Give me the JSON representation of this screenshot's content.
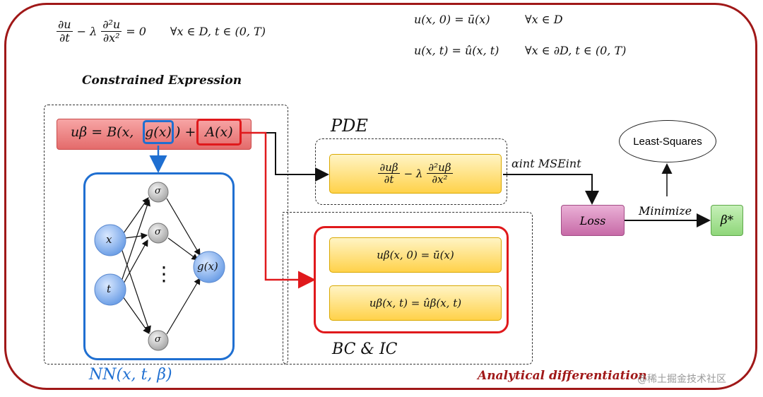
{
  "top_equations": {
    "pde_num1": "∂u",
    "pde_den1": "∂t",
    "pde_mid": "− λ",
    "pde_num2": "∂²u",
    "pde_den2": "∂x²",
    "pde_tail": "= 0",
    "pde_domain": "∀x ∈ D,  t ∈ (0, T)",
    "ic_lhs": "u(x, 0) = ū(x)",
    "ic_domain": "∀x ∈ D",
    "bc_lhs": "u(x, t) = û(x, t)",
    "bc_domain": "∀x ∈ ∂D,  t ∈ (0, T)"
  },
  "constrained_expression_title": "Constrained Expression",
  "expression": {
    "u_beta": "uβ = B(x, ",
    "g_of_x": "g(x)",
    "close_plus": ") + ",
    "a_of_x": "A(x)"
  },
  "pde_box": {
    "title": "PDE",
    "num1": "∂uβ",
    "den1": "∂t",
    "mid": "− λ",
    "num2": "∂²uβ",
    "den2": "∂x²"
  },
  "mse_label": "αint MSEint",
  "loss_label": "Loss",
  "minimize_label": "Minimize",
  "beta_star_label": "β*",
  "least_squares_label": "Least-Squares",
  "bc_ic_box": {
    "ic_label": "uβ(x, 0) = ū(x)",
    "bc_label": "uβ(x, t) = ûβ(x, t)",
    "title": "BC & IC"
  },
  "nn": {
    "input_x": "x",
    "input_t": "t",
    "hidden_sigma": "σ",
    "output": "g(x)",
    "ellipsis": "⋮",
    "caption": "NN(x, t, β)"
  },
  "analytical_label": "Analytical differentiation",
  "watermark": "@稀土掘金技术社区",
  "colors": {
    "frame": "#a01818",
    "blue": "#1f6fd1",
    "red": "#e0191c",
    "yellow": "#ffd24a",
    "pink_box": "#f08a8a",
    "loss": "#c76aa7",
    "beta_star": "#8fd67a"
  }
}
